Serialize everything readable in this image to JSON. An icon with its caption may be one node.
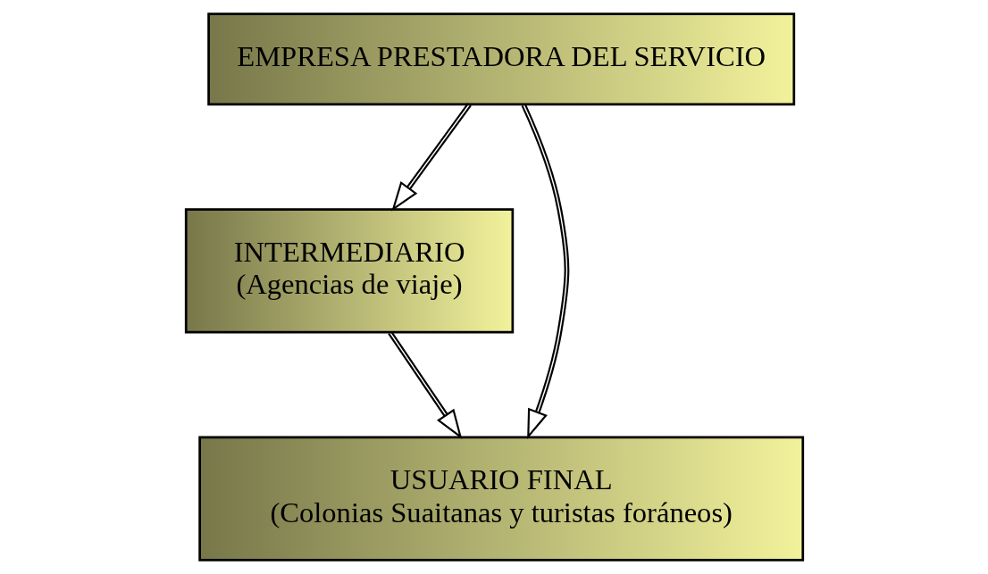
{
  "diagram": {
    "nodes": [
      {
        "text": [
          "EMPRESA PRESTADORA DEL SERVICIO"
        ]
      },
      {
        "text": [
          "INTERMEDIARIO",
          "(Agencias de viaje)"
        ]
      },
      {
        "text": [
          "USUARIO FINAL",
          "(Colonias Suaitanas y turistas foráneos)"
        ]
      }
    ],
    "edges": [
      {
        "from": 0,
        "to": 1,
        "arrow": "to"
      },
      {
        "from": 0,
        "to": 2,
        "arrow": "to"
      },
      {
        "from": 1,
        "to": 2,
        "arrow": "to"
      }
    ]
  }
}
